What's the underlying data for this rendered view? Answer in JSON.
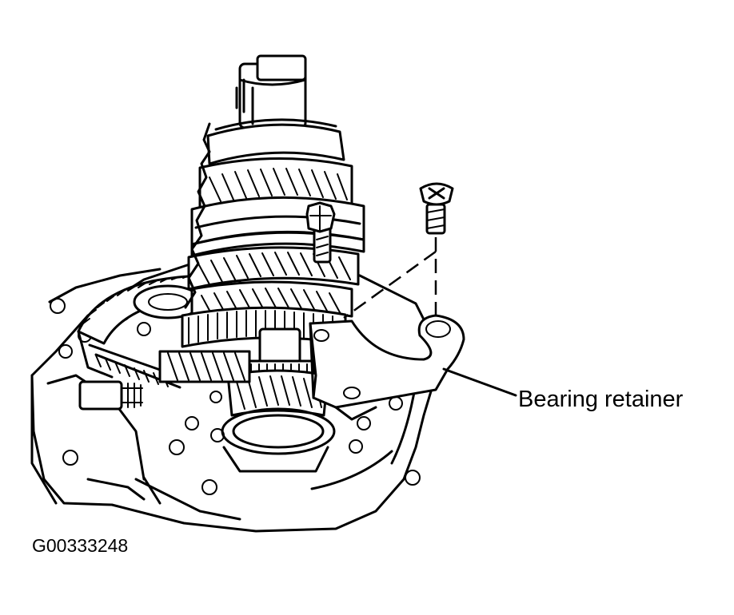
{
  "diagram": {
    "callout_label": "Bearing retainer",
    "figure_id": "G00333248"
  },
  "icons": {
    "main_illustration": "transmission-gear-assembly-illustration",
    "bolt": "bolt-icon",
    "screw": "phillips-screw-icon",
    "retainer": "bearing-retainer-plate-icon"
  }
}
